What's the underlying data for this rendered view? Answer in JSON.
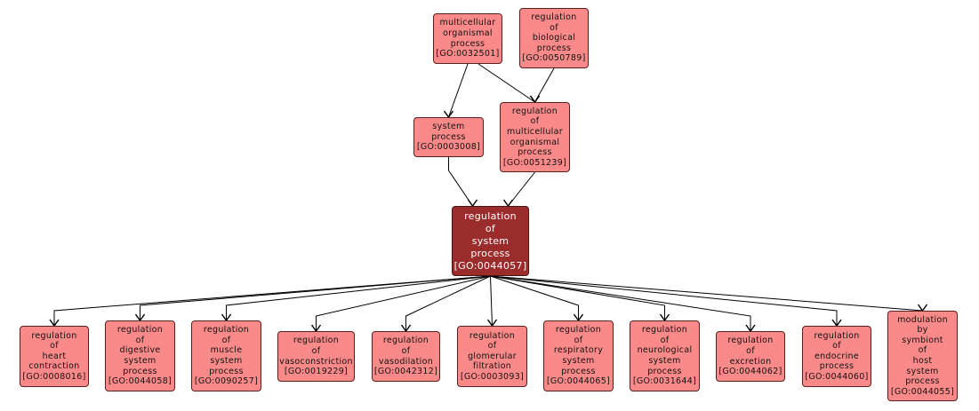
{
  "colors": {
    "node_fill": "#fa8a8a",
    "focus_fill": "#9a2c2c",
    "edge": "#000000"
  },
  "nodes": [
    {
      "id": "GO:0032501",
      "lines": [
        "multicellular",
        "organismal",
        "process",
        "[GO:0032501]"
      ]
    },
    {
      "id": "GO:0050789",
      "lines": [
        "regulation",
        "of",
        "biological",
        "process",
        "[GO:0050789]"
      ]
    },
    {
      "id": "GO:0003008",
      "lines": [
        "system",
        "process",
        "[GO:0003008]"
      ]
    },
    {
      "id": "GO:0051239",
      "lines": [
        "regulation",
        "of",
        "multicellular",
        "organismal",
        "process",
        "[GO:0051239]"
      ]
    },
    {
      "id": "GO:0044057",
      "focus": true,
      "lines": [
        "regulation",
        "of",
        "system",
        "process",
        "[GO:0044057]"
      ]
    },
    {
      "id": "GO:0008016",
      "lines": [
        "regulation",
        "of",
        "heart",
        "contraction",
        "[GO:0008016]"
      ]
    },
    {
      "id": "GO:0044058",
      "lines": [
        "regulation",
        "of",
        "digestive",
        "system",
        "process",
        "[GO:0044058]"
      ]
    },
    {
      "id": "GO:0090257",
      "lines": [
        "regulation",
        "of",
        "muscle",
        "system",
        "process",
        "[GO:0090257]"
      ]
    },
    {
      "id": "GO:0019229",
      "lines": [
        "regulation",
        "of",
        "vasoconstriction",
        "[GO:0019229]"
      ]
    },
    {
      "id": "GO:0042312",
      "lines": [
        "regulation",
        "of",
        "vasodilation",
        "[GO:0042312]"
      ]
    },
    {
      "id": "GO:0003093",
      "lines": [
        "regulation",
        "of",
        "glomerular",
        "filtration",
        "[GO:0003093]"
      ]
    },
    {
      "id": "GO:0044065",
      "lines": [
        "regulation",
        "of",
        "respiratory",
        "system",
        "process",
        "[GO:0044065]"
      ]
    },
    {
      "id": "GO:0031644",
      "lines": [
        "regulation",
        "of",
        "neurological",
        "system",
        "process",
        "[GO:0031644]"
      ]
    },
    {
      "id": "GO:0044062",
      "lines": [
        "regulation",
        "of",
        "excretion",
        "[GO:0044062]"
      ]
    },
    {
      "id": "GO:0044060",
      "lines": [
        "regulation",
        "of",
        "endocrine",
        "process",
        "[GO:0044060]"
      ]
    },
    {
      "id": "GO:0044055",
      "lines": [
        "modulation",
        "by",
        "symbiont",
        "of",
        "host",
        "system",
        "process",
        "[GO:0044055]"
      ]
    }
  ],
  "edges": [
    [
      "GO:0032501",
      "GO:0003008"
    ],
    [
      "GO:0032501",
      "GO:0051239"
    ],
    [
      "GO:0050789",
      "GO:0051239"
    ],
    [
      "GO:0003008",
      "GO:0044057"
    ],
    [
      "GO:0051239",
      "GO:0044057"
    ],
    [
      "GO:0044057",
      "GO:0008016"
    ],
    [
      "GO:0044057",
      "GO:0044058"
    ],
    [
      "GO:0044057",
      "GO:0090257"
    ],
    [
      "GO:0044057",
      "GO:0019229"
    ],
    [
      "GO:0044057",
      "GO:0042312"
    ],
    [
      "GO:0044057",
      "GO:0003093"
    ],
    [
      "GO:0044057",
      "GO:0044065"
    ],
    [
      "GO:0044057",
      "GO:0031644"
    ],
    [
      "GO:0044057",
      "GO:0044062"
    ],
    [
      "GO:0044057",
      "GO:0044060"
    ],
    [
      "GO:0044057",
      "GO:0044055"
    ]
  ]
}
